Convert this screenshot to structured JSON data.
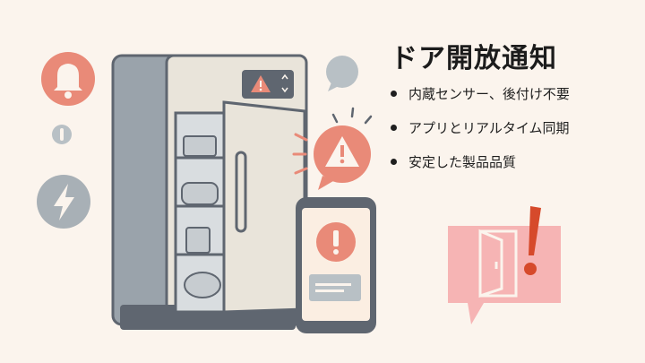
{
  "slide": {
    "title": "ドア開放通知",
    "features": [
      "内蔵センサー、後付け不要",
      "アプリとリアルタイム同期",
      "安定した製品品質"
    ]
  },
  "icons": {
    "bell": "bell-icon",
    "power": "lightning-icon",
    "alert": "warning-icon",
    "phone_alert": "exclamation-icon",
    "door": "door-open-icon"
  },
  "colors": {
    "background": "#fbf4ed",
    "accent": "#e98a78",
    "accent_dark": "#d64a2b",
    "fridge_body": "#e9e4da",
    "fridge_frame": "#5f6670",
    "gray_icon": "#a8b0b6"
  }
}
